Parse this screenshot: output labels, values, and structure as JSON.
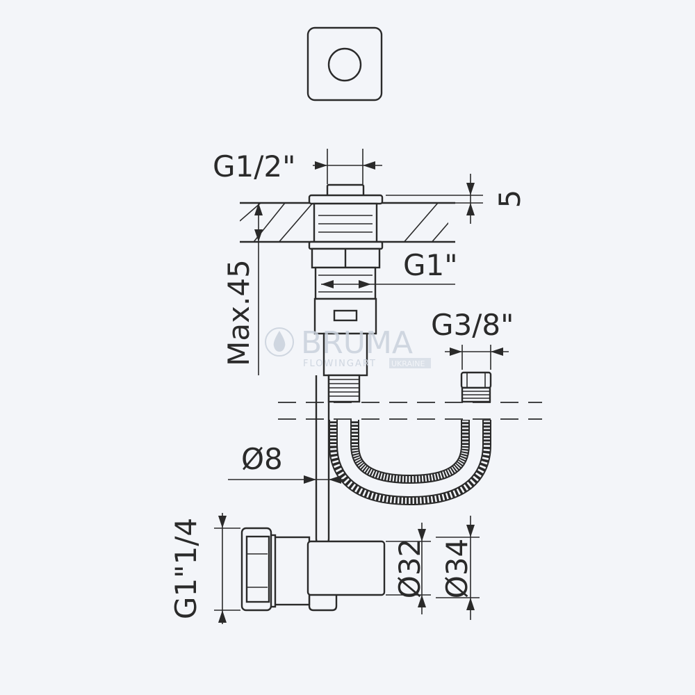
{
  "labels": {
    "g_half": "G1/2\"",
    "five": "5",
    "g_one": "G1\"",
    "max45": "Max.45",
    "g_three_eighth": "G3/8\"",
    "dia8": "Ø8",
    "g1_1_4": "G1\"1/4",
    "dia32": "Ø32",
    "dia34": "Ø34"
  },
  "watermark": {
    "brand": "BRUMA",
    "tagline": "FLOWINGART",
    "region": "UKRAINE"
  },
  "colors": {
    "background": "#f3f5f9",
    "line": "#2a2a2a",
    "watermark": "#c9d1dc"
  }
}
